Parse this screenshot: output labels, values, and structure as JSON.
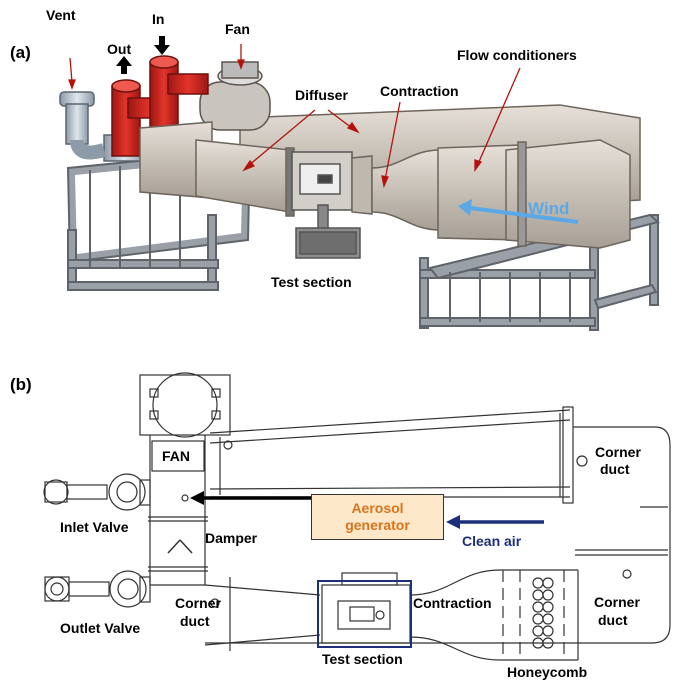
{
  "panel_a": {
    "tag": "(a)",
    "labels": {
      "vent": "Vent",
      "out": "Out",
      "in": "In",
      "fan": "Fan",
      "diffuser": "Diffuser",
      "contraction": "Contraction",
      "flow_conditioners": "Flow conditioners",
      "wind": "Wind",
      "test_section": "Test section"
    },
    "colors": {
      "pipe_red": "#d42a22",
      "metal": "#c8c0b6",
      "frame": "#8a8f96",
      "wind_arrow": "#5aa9e6"
    }
  },
  "panel_b": {
    "tag": "(b)",
    "labels": {
      "fan": "FAN",
      "corner_duct_top": [
        "Corner",
        "duct"
      ],
      "inlet_valve": "Inlet Valve",
      "damper": "Damper",
      "aerosol_generator": [
        "Aerosol",
        "generator"
      ],
      "clean_air": "Clean air",
      "outlet_valve": "Outlet Valve",
      "corner_duct_left": [
        "Corner",
        "duct"
      ],
      "contraction": "Contraction",
      "corner_duct_right": [
        "Corner",
        "duct"
      ],
      "test_section": "Test section",
      "honeycomb": "Honeycomb"
    },
    "colors": {
      "aerosol_fill": "#fde9c9",
      "aerosol_text": "#d9731c",
      "clean_air": "#1c2f7a",
      "test_box": "#1c2f7a"
    }
  }
}
